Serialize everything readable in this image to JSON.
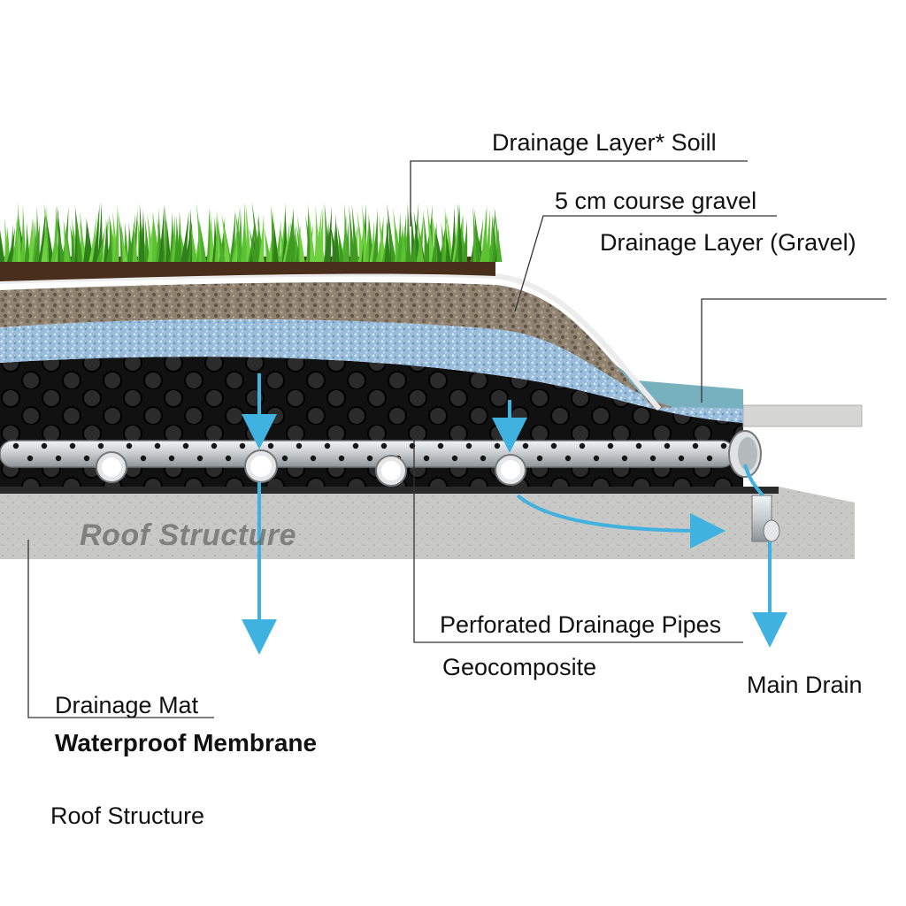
{
  "labels": {
    "drainage_soil": "Drainage Layer* Soill",
    "coarse_gravel": "5 cm course gravel",
    "drainage_gravel": "Drainage Layer (Gravel)",
    "perforated_pipes": "Perforated Drainage Pipes",
    "geocomposite": "Geocomposite",
    "main_drain": "Main Drain",
    "drainage_mat": "Drainage Mat",
    "waterproof_membrane": "Waterproof Membrane",
    "roof_structure": "Roof Structure",
    "roof_structure_watermark": "Roof Structure"
  },
  "colors": {
    "grass": "#4caf2a",
    "soil": "#4a2e1c",
    "gravel": "#8a7c6a",
    "blue_gravel": "#8fb4d4",
    "drainage_mat": "#1a1a1a",
    "concrete": "#c9c9c7",
    "water_arrow": "#3fb2e0",
    "pipe": "#d9dcdf"
  }
}
